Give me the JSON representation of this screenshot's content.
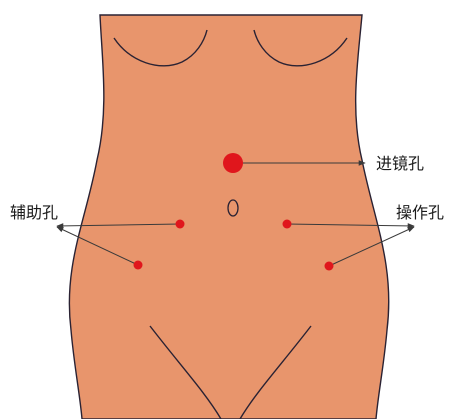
{
  "diagram": {
    "labels": {
      "endoscope_port": "进镜孔",
      "assist_ports": "辅助孔",
      "operating_ports": "操作孔"
    },
    "colors": {
      "skin": "#e8956c",
      "outline": "#2a2233",
      "port_marker": "#e0161c",
      "leader_line": "#3a3a3a"
    }
  }
}
